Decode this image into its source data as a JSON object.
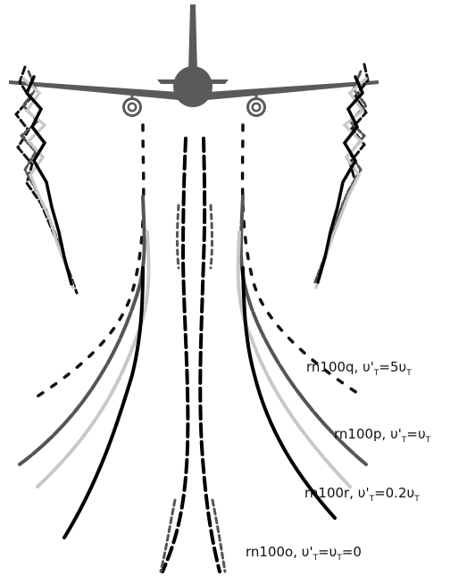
{
  "labels": [
    {
      "prefix": "rn100q, ",
      "v": "υ",
      "prime": "'",
      "sub1": "T",
      "eq": "=5",
      "v2": "υ",
      "sub2": "T",
      "tail": ""
    },
    {
      "prefix": "rn100p, ",
      "v": "υ",
      "prime": "'",
      "sub1": "T",
      "eq": "=",
      "v2": "υ",
      "sub2": "T",
      "tail": ""
    },
    {
      "prefix": "rn100r, ",
      "v": "υ",
      "prime": "'",
      "sub1": "T",
      "eq": "=0.2",
      "v2": "υ",
      "sub2": "T",
      "tail": ""
    },
    {
      "prefix": "rn100o, ",
      "v": "υ",
      "prime": "'",
      "sub1": "T",
      "eq": "=",
      "v2": "υ",
      "sub2": "T",
      "tail": "=0"
    }
  ],
  "colors": {
    "aircraft": "#5a5a5a",
    "run_q": "#111111",
    "run_p": "#555555",
    "run_r": "#c8c8c8",
    "run_o": "#000000"
  }
}
